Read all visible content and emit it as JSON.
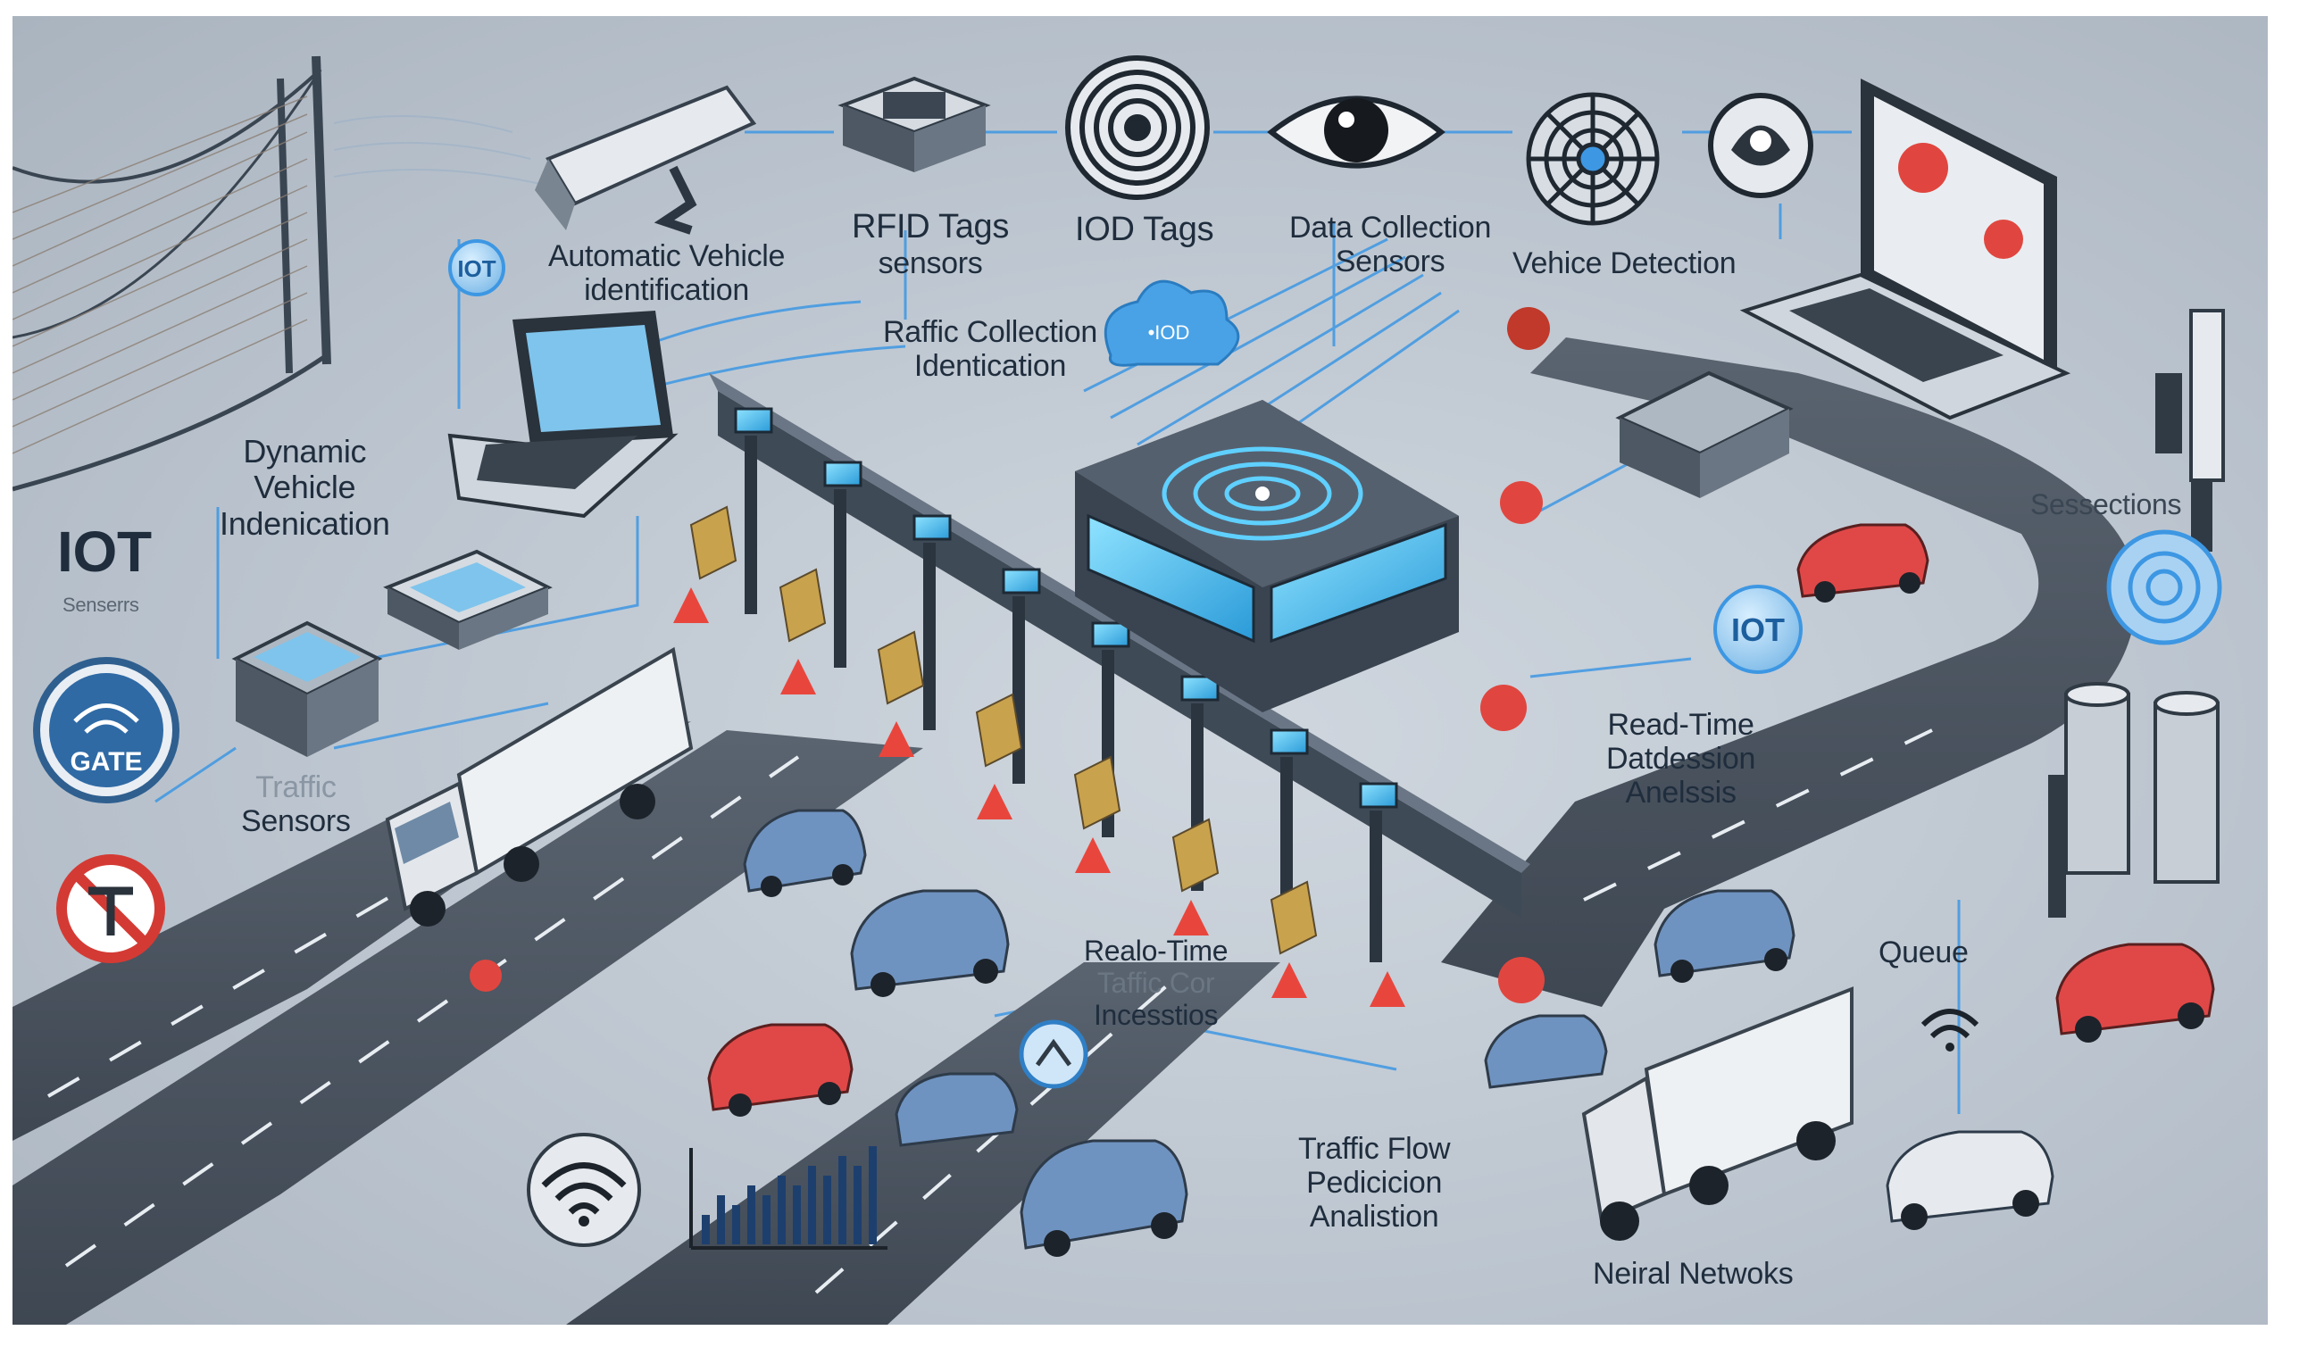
{
  "labels": {
    "automatic_vehicle": "Automatic Vehicle",
    "identification": "identification",
    "rfid_tags": "RFID Tags",
    "rfid_sensors": "sensors",
    "iod_tags": "IOD Tags",
    "data_collection": "Data Collection",
    "data_collection_sensors": "Sensors",
    "vehicle_detection": "Vehice Detection",
    "raffic_collection": "Raffic Collection",
    "raffic_identication": "Identication",
    "dynamic": "Dynamic",
    "dynamic_vehicle": "Vehicle",
    "dynamic_indenication": "Indenication",
    "iot_big": "IOT",
    "iot_big_sub": "Senserrs",
    "traffic_sensors_faint": "Traffic",
    "traffic_sensors": "Sensors",
    "sessections": "Sessections",
    "read_time": "Read-Time",
    "datdession": "Datdession",
    "anelssis": "Anelssis",
    "realo_time": "Realo-Time",
    "taffic_cor": "Taffic Cor",
    "incesstios": "Incesstios",
    "queue": "Queue",
    "traffic_flow": "Traffic Flow",
    "pedicicion": "Pedicicion",
    "analistion": "Analistion",
    "neural_networks": "Neiral Netwoks"
  },
  "badges": {
    "iot_left": "IOT",
    "iot_right": "IOT",
    "gate": "GATE",
    "cloud": "•IOD"
  },
  "colors": {
    "accent": "#2f8fe0",
    "glow": "#5cc8ff",
    "road": "#4b5561",
    "alert": "#e0463f",
    "car_red": "#e04848",
    "car_blue": "#6f93c0",
    "text": "#1f2d3d"
  },
  "icons": [
    "camera-icon",
    "rfid-chip-icon",
    "fingerprint-tag-icon",
    "eye-sensor-icon",
    "radar-icon",
    "drone-icon",
    "laptop-icon",
    "wifi-icon",
    "no-entry-icon",
    "bar-chart-icon",
    "cloud-icon",
    "toll-plaza-icon",
    "truck-icon",
    "car-icon"
  ],
  "bar_chart": {
    "values": [
      3,
      5,
      4,
      6,
      5,
      7,
      6,
      8,
      7,
      9,
      8,
      10
    ]
  }
}
